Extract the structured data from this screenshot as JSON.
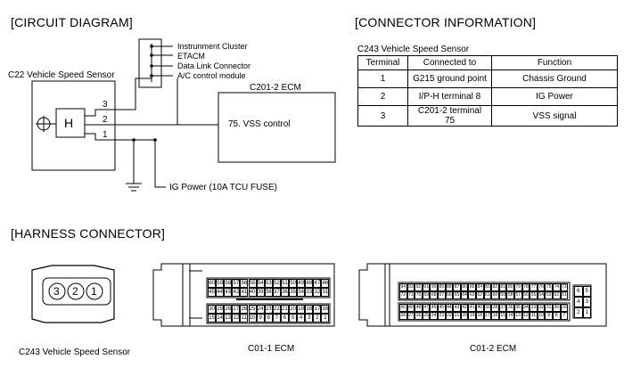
{
  "sections": {
    "circuit": "[CIRCUIT DIAGRAM]",
    "connector_info": "[CONNECTOR INFORMATION]",
    "harness": "[HARNESS CONNECTOR]"
  },
  "circuit": {
    "sensor_name": "C22 Vehicle Speed Sensor",
    "sensor_symbol": "H",
    "pins": [
      "3",
      "2",
      "1"
    ],
    "bus_targets": [
      "Instrunment Cluster",
      "ETACM",
      "Data Link Connector",
      "A/C control module"
    ],
    "ecm_title": "C201-2 ECM",
    "ecm_pin": "75. VSS control",
    "ig_power": "IG Power (10A TCU FUSE)"
  },
  "connector_table": {
    "caption": "C243 Vehicle Speed Sensor",
    "headers": [
      "Terminal",
      "Connected to",
      "Function"
    ],
    "rows": [
      [
        "1",
        "G215 ground point",
        "Chassis Ground"
      ],
      [
        "2",
        "I/P-H terminal 8",
        "IG Power"
      ],
      [
        "3",
        "C201-2 terminal 75",
        "VSS signal"
      ]
    ]
  },
  "harness": {
    "sensor_pins": [
      "3",
      "2",
      "1"
    ],
    "sensor_label": "C243 Vehicle Speed Sensor",
    "c011": {
      "label": "C01-1 ECM",
      "row1": [
        "60",
        "59",
        "58",
        "57",
        "56",
        "55",
        "54",
        "53",
        "52",
        "51",
        "50",
        "49",
        "48",
        "47",
        "46"
      ],
      "row2": [
        "45",
        "44",
        "43",
        "42",
        "41",
        "40",
        "39",
        "38",
        "37",
        "36",
        "35",
        "34",
        "33",
        "32",
        "31"
      ],
      "row3": [
        "30",
        "29",
        "28",
        "27",
        "26",
        "25",
        "24",
        "23",
        "22",
        "21",
        "20",
        "19",
        "18",
        "17",
        "16"
      ],
      "row4": [
        "15",
        "14",
        "13",
        "12",
        "11",
        "10",
        "9",
        "8",
        "7",
        "6",
        "5",
        "4",
        "3",
        "2",
        "1"
      ]
    },
    "c012": {
      "label": "C01-2 ECM",
      "row1": [
        "94",
        "93",
        "92",
        "91",
        "90",
        "89",
        "88",
        "87",
        "86",
        "85",
        "84",
        "83",
        "82",
        "81",
        "80",
        "79",
        "78",
        "77",
        "76",
        "75",
        "74",
        "73"
      ],
      "row2": [
        "72",
        "71",
        "70",
        "69",
        "68",
        "67",
        "66",
        "65",
        "64",
        "63",
        "62",
        "61",
        "60",
        "59",
        "58",
        "57",
        "56",
        "55",
        "54",
        "53",
        "52",
        "51"
      ],
      "row3": [
        "50",
        "49",
        "48",
        "47",
        "46",
        "45",
        "44",
        "43",
        "42",
        "41",
        "40",
        "39",
        "38",
        "37",
        "36",
        "35",
        "34",
        "33",
        "32",
        "31",
        "30",
        "29"
      ],
      "row4": [
        "28",
        "27",
        "26",
        "25",
        "24",
        "23",
        "22",
        "21",
        "20",
        "19",
        "18",
        "17",
        "16",
        "15",
        "14",
        "13",
        "12",
        "11",
        "10",
        "9",
        "8",
        "7"
      ],
      "side": [
        [
          "6",
          "5"
        ],
        [
          "4",
          "3"
        ],
        [
          "2",
          "1"
        ]
      ]
    }
  }
}
